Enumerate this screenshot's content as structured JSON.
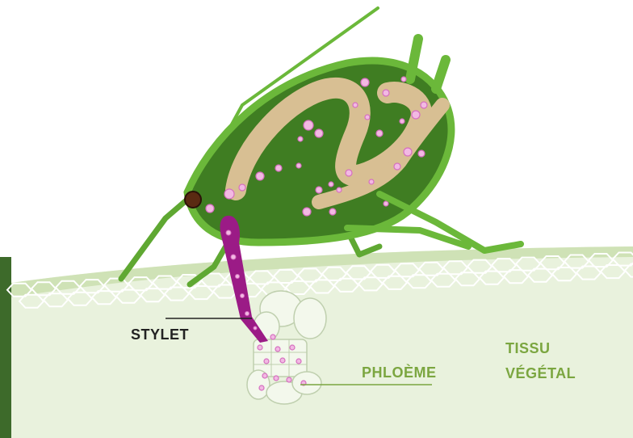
{
  "labels": {
    "stylet": "STYLET",
    "phloeme": "PHLOÈME",
    "tissu_line1": "TISSU",
    "tissu_line2": "VÉGÉTAL"
  },
  "colors": {
    "tissue_fill": "#e9f2dd",
    "tissue_edge": "#cfe0bb",
    "cell_stroke": "#ffffff",
    "body_dark": "#3f7d22",
    "body_outline": "#6bb83a",
    "gut": "#d8bf93",
    "stylet": "#9b1b86",
    "droplet": "#f2b9e3",
    "phloem_label": "#7ba640",
    "label_dark": "#222222"
  }
}
